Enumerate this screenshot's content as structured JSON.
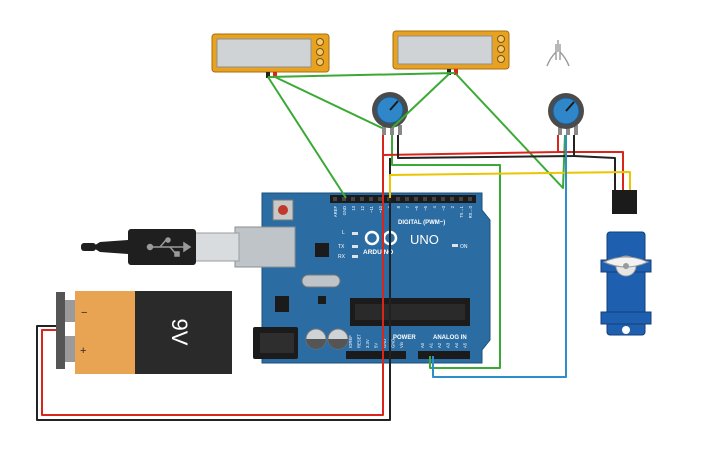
{
  "arduino": {
    "brand": "ARDUINO",
    "model": "UNO",
    "digital_label": "DIGITAL (PWM~)",
    "power_label": "POWER",
    "analog_label": "ANALOG IN",
    "led_l": "L",
    "led_tx": "TX",
    "led_rx": "RX",
    "led_on": "ON",
    "digital_pins": [
      "AREF",
      "GND",
      "13",
      "12",
      "~11",
      "~10",
      "~9",
      "8",
      "7",
      "~6",
      "~5",
      "4",
      "~3",
      "2",
      "TX→1",
      "RX←0"
    ],
    "power_pins": [
      "IOREF",
      "RESET",
      "3.3V",
      "5V",
      "GND",
      "GND",
      "Vin"
    ],
    "analog_pins": [
      "A0",
      "A1",
      "A2",
      "A3",
      "A4",
      "A5"
    ]
  },
  "battery": {
    "label": "9V",
    "minus": "−",
    "plus": "+"
  },
  "colors": {
    "board": "#2b6ca3",
    "lcd_frame": "#e8a21f",
    "wire_red": "#d9261c",
    "wire_black": "#222222",
    "wire_green": "#3aaa35",
    "wire_yellow": "#e9c600",
    "wire_blue": "#2d8ec9",
    "servo": "#1f5fb0"
  },
  "icons": [
    "usb-plug-icon",
    "multimeter-probes-icon",
    "potentiometer-icon",
    "servo-icon"
  ]
}
